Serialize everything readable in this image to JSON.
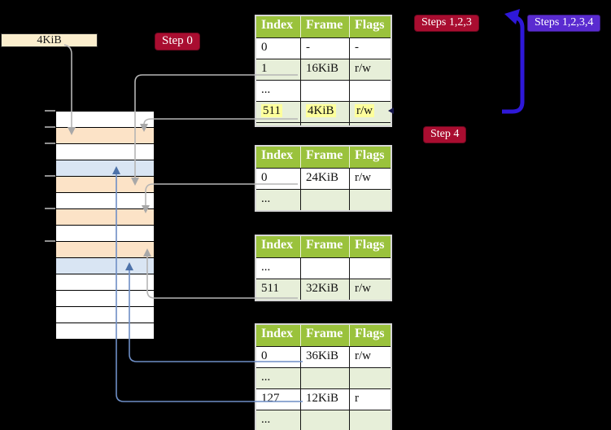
{
  "colors": {
    "background": "#000000",
    "crimson_label_bg": "#a90d30",
    "purple_label_bg": "#5a2bd0",
    "label_text": "#ffffff",
    "wheat_box_bg": "#fbeecd",
    "table_header_bg": "#9ac23c",
    "table_row_alt_bg": "#e7efd9",
    "highlight_bg": "#fdff9c",
    "memory_white": "#ffffff",
    "memory_peach": "#fce3c7",
    "memory_blue": "#d9e5f3",
    "gray_connector": "#b5b5b5",
    "gray_connector_head": "#a8a8a8",
    "blue_connector": "#6e8ec5",
    "blue_connector_head": "#4d72a9",
    "big_arrow_blue": "#2e18d8",
    "entry_pointer_dark": "#15154a"
  },
  "labels": {
    "page_size_box": "4KiB",
    "step0": "Step 0",
    "steps123": "Steps 1,2,3",
    "steps1234": "Steps 1,2,3,4",
    "step4": "Step 4"
  },
  "tables": [
    {
      "level": 1,
      "headers": [
        "Index",
        "Frame",
        "Flags"
      ],
      "rows": [
        {
          "cells": [
            "0",
            "-",
            "-"
          ],
          "highlight": false
        },
        {
          "cells": [
            "1",
            "16KiB",
            "r/w"
          ],
          "highlight": false
        },
        {
          "cells": [
            "...",
            "",
            ""
          ],
          "highlight": false
        },
        {
          "cells": [
            "511",
            "4KiB",
            "r/w"
          ],
          "highlight": true
        }
      ],
      "partial_bottom_row": true
    },
    {
      "level": 2,
      "headers": [
        "Index",
        "Frame",
        "Flags"
      ],
      "rows": [
        {
          "cells": [
            "0",
            "24KiB",
            "r/w"
          ],
          "highlight": false
        },
        {
          "cells": [
            "...",
            "",
            ""
          ],
          "highlight": false
        }
      ],
      "partial_bottom_row": false
    },
    {
      "level": 3,
      "headers": [
        "Index",
        "Frame",
        "Flags"
      ],
      "rows": [
        {
          "cells": [
            "...",
            "",
            ""
          ],
          "highlight": false
        },
        {
          "cells": [
            "511",
            "32KiB",
            "r/w"
          ],
          "highlight": false
        }
      ],
      "partial_bottom_row": false
    },
    {
      "level": 4,
      "headers": [
        "Index",
        "Frame",
        "Flags"
      ],
      "rows": [
        {
          "cells": [
            "0",
            "36KiB",
            "r/w"
          ],
          "highlight": false
        },
        {
          "cells": [
            "...",
            "",
            ""
          ],
          "highlight": false
        },
        {
          "cells": [
            "127",
            "12KiB",
            "r"
          ],
          "highlight": false
        },
        {
          "cells": [
            "...",
            "",
            ""
          ],
          "highlight": false
        }
      ],
      "partial_bottom_row": false
    }
  ],
  "memory": {
    "row_colors": [
      "white",
      "peach",
      "white",
      "blue",
      "peach",
      "white",
      "peach",
      "white",
      "peach",
      "blue",
      "white",
      "white",
      "white",
      "white"
    ],
    "frame_size_per_row": "4KiB"
  },
  "connectors": [
    {
      "from": "page-size-label 4KiB",
      "to": "frame 4KiB",
      "style": "gray"
    },
    {
      "from": "level1 index 1",
      "to": "frame 16KiB",
      "style": "gray"
    },
    {
      "from": "level1 index 511",
      "to": "frame 4KiB",
      "style": "gray"
    },
    {
      "from": "level2 index 0",
      "to": "frame 24KiB",
      "style": "gray"
    },
    {
      "from": "level3 index 511",
      "to": "frame 32KiB",
      "style": "gray"
    },
    {
      "from": "level4 index 0",
      "to": "frame 36KiB",
      "style": "blue"
    },
    {
      "from": "level4 index 127",
      "to": "frame 12KiB",
      "style": "blue"
    },
    {
      "from": "steps 1,2,3,4 loop",
      "to": "level1 table top",
      "style": "big-blue-arrow"
    }
  ]
}
